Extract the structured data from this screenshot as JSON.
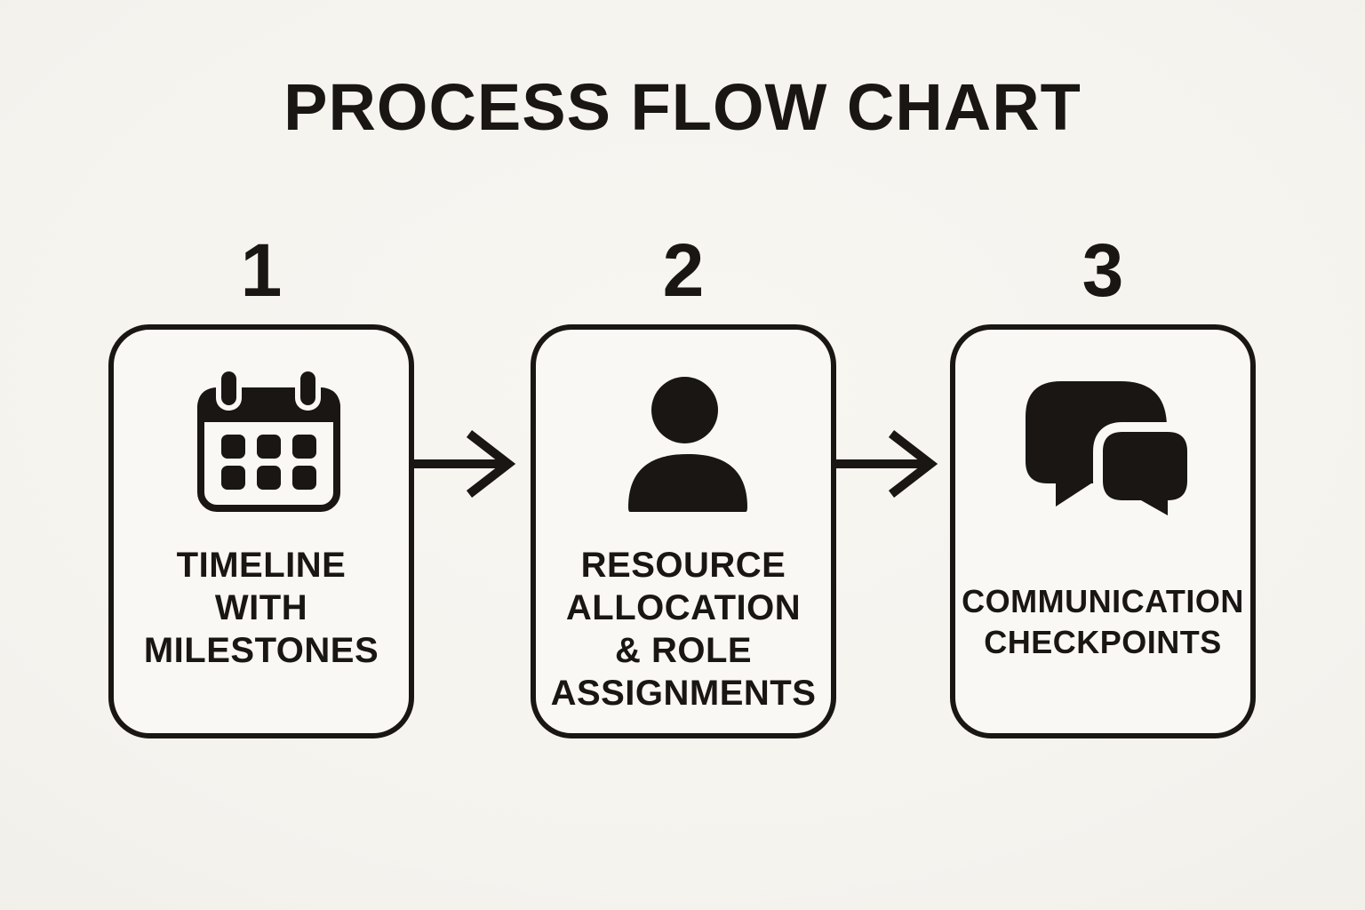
{
  "title": "PROCESS FLOW CHART",
  "steps": [
    {
      "number": "1",
      "icon": "calendar-icon",
      "label_lines": [
        "TIMELINE",
        "WITH",
        "MILESTONES"
      ]
    },
    {
      "number": "2",
      "icon": "person-icon",
      "label_lines": [
        "RESOURCE",
        "ALLOCATION",
        "& ROLE",
        "ASSIGNMENTS"
      ]
    },
    {
      "number": "3",
      "icon": "chat-bubbles-icon",
      "label_lines": [
        "COMMUNICATION",
        "CHECKPOINTS"
      ]
    }
  ],
  "connectors": [
    "arrow-right-icon",
    "arrow-right-icon"
  ],
  "colors": {
    "background": "#f5f3ee",
    "card": "#faf8f4",
    "ink": "#191613"
  }
}
